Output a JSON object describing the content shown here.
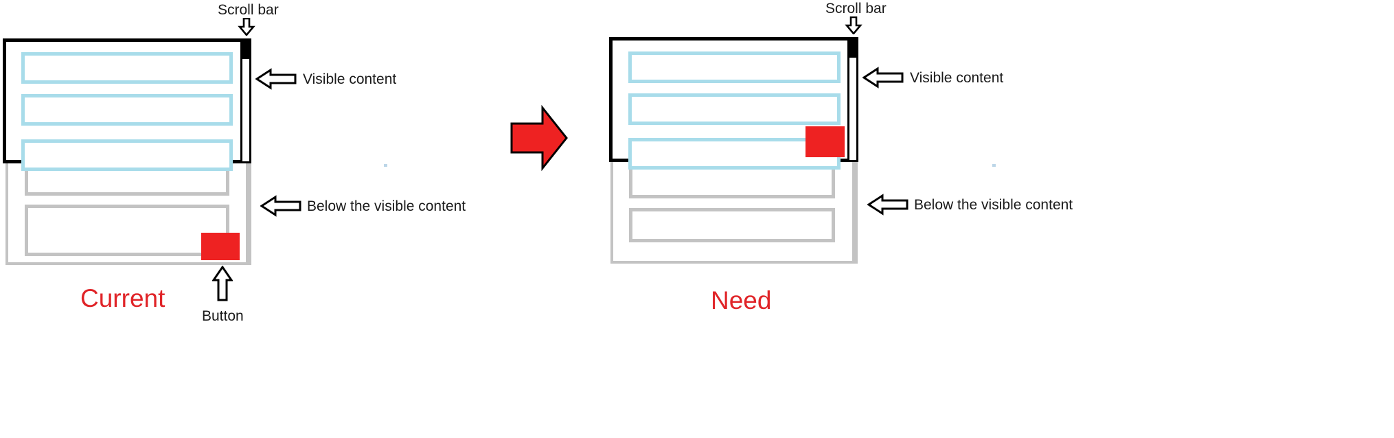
{
  "diagram": {
    "type": "annotated-ui-mockup",
    "title_left": "Current",
    "title_right": "Need",
    "colors": {
      "viewport_border": "#000000",
      "below_border": "#c3c3c3",
      "row_visible": "#a8dcea",
      "row_below": "#c3c3c3",
      "button": "#ee2222",
      "label_red": "#e02428",
      "label_black": "#1a1a1a",
      "transition_arrow": "#ee2222"
    },
    "panels": [
      {
        "id": "current",
        "caption": "Current",
        "visible_rows": 3,
        "below_rows": 2,
        "button_location": "below-the-visible-content",
        "annotations": [
          {
            "name": "scroll-bar",
            "text": "Scroll bar",
            "arrow": "down"
          },
          {
            "name": "visible-content",
            "text": "Visible content",
            "arrow": "left"
          },
          {
            "name": "below-visible-content",
            "text": "Below the visible content",
            "arrow": "left"
          },
          {
            "name": "button",
            "text": "Button",
            "arrow": "up"
          }
        ]
      },
      {
        "id": "need",
        "caption": "Need",
        "visible_rows": 3,
        "below_rows": 2,
        "button_location": "inside-the-visible-content",
        "annotations": [
          {
            "name": "scroll-bar",
            "text": "Scroll bar",
            "arrow": "down"
          },
          {
            "name": "visible-content",
            "text": "Visible content",
            "arrow": "left"
          },
          {
            "name": "below-visible-content",
            "text": "Below the visible content",
            "arrow": "left"
          }
        ]
      }
    ],
    "transition": {
      "name": "transition-arrow",
      "direction": "right"
    }
  },
  "labels": {
    "scroll_bar": "Scroll bar",
    "visible_content": "Visible content",
    "below_visible_content": "Below the visible content",
    "button": "Button",
    "current": "Current",
    "need": "Need"
  }
}
